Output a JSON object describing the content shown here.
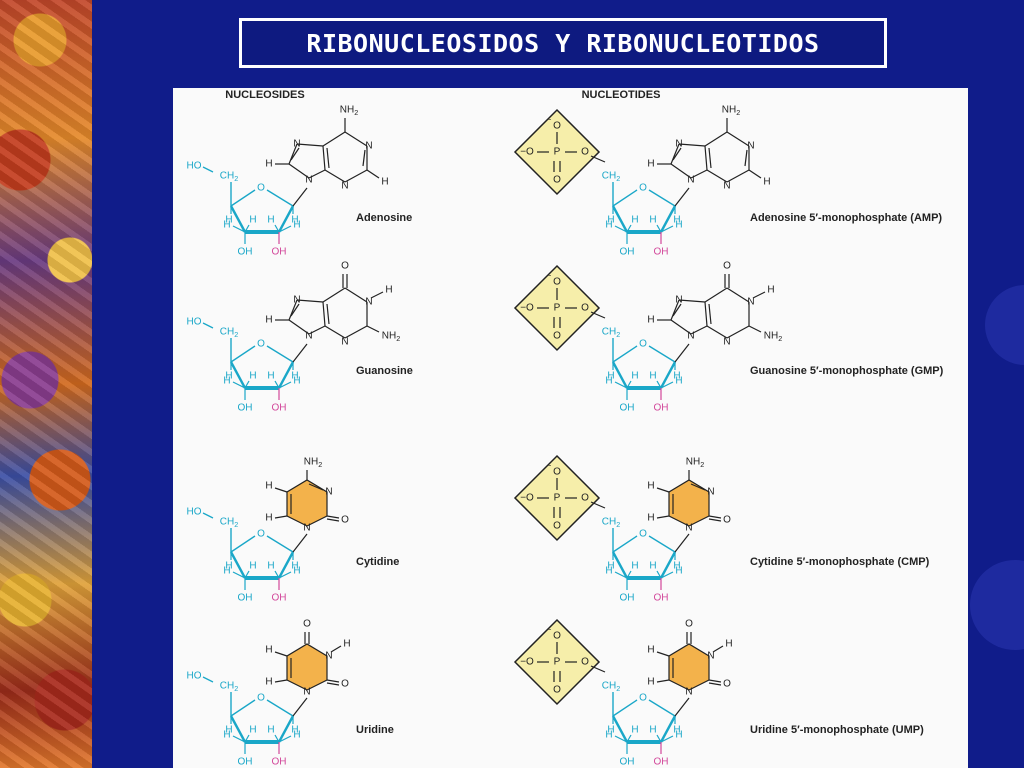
{
  "slide": {
    "title": "RIBONUCLEOSIDOS Y RIBONUCLEOTIDOS"
  },
  "headers": {
    "nucleosides": "NUCLEOSIDES",
    "nucleotides": "NUCLEOTIDES"
  },
  "nucleosides": [
    "Adenosine",
    "Guanosine",
    "Cytidine",
    "Uridine"
  ],
  "nucleotides": [
    "Adenosine 5′-monophosphate (AMP)",
    "Guanosine 5′-monophosphate (GMP)",
    "Cytidine 5′-monophosphate (CMP)",
    "Uridine 5′-monophosphate (UMP)"
  ],
  "atoms": {
    "N": "N",
    "H": "H",
    "O": "O",
    "P": "P",
    "NH2": "NH2",
    "CH2": "CH2",
    "HO": "HO",
    "OH": "OH",
    "Ominus": "−O"
  },
  "colors": {
    "background": "#101c8a",
    "ribose": "#1aa7c8",
    "hydroxyl": "#d2479a",
    "pyrimidine_fill": "#f3b24b",
    "phosphate_fill": "#f6eeaa",
    "panel": "#fafafa"
  }
}
